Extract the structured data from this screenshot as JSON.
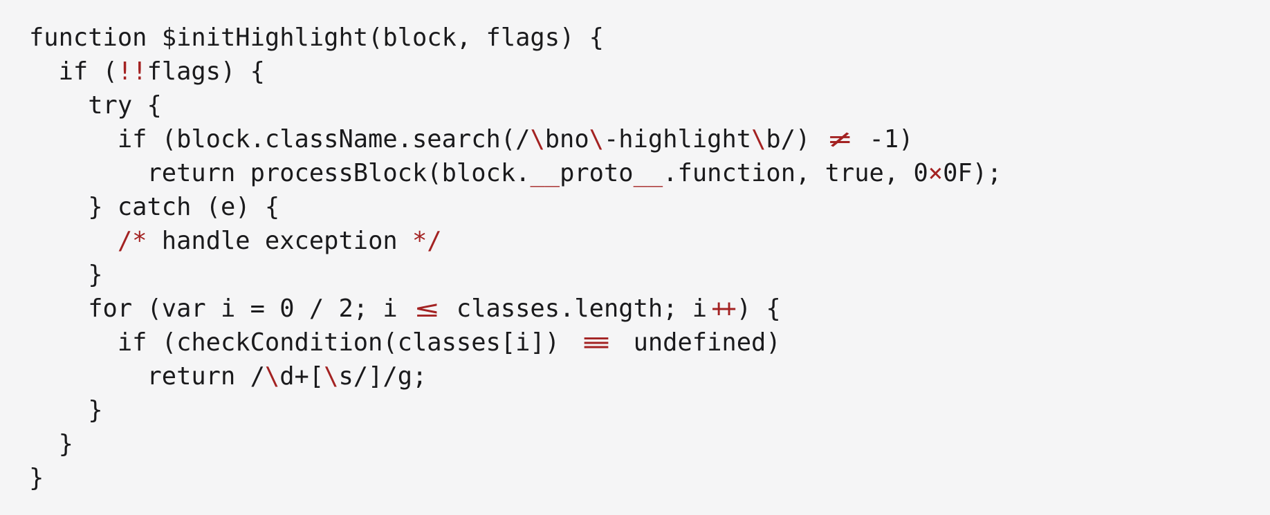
{
  "page": {
    "background_color": "#f5f5f6",
    "text_color": "#1a1a1c",
    "ligature_color": "#a32222",
    "description": "JavaScript code sample rendered in a monospace font with programming ligatures highlighted in dark red"
  },
  "code": {
    "language": "javascript",
    "lines": [
      {
        "segments": [
          {
            "t": "function $initHighlight(block, flags) {"
          }
        ]
      },
      {
        "segments": [
          {
            "t": "  if ("
          },
          {
            "t": "!!",
            "s": "lig2"
          },
          {
            "t": "flags) {"
          }
        ]
      },
      {
        "segments": [
          {
            "t": "    try {"
          }
        ]
      },
      {
        "segments": [
          {
            "t": "      if (block.className.search(/"
          },
          {
            "t": "\\",
            "s": "red"
          },
          {
            "t": "bno"
          },
          {
            "t": "\\",
            "s": "red"
          },
          {
            "t": "-highlight"
          },
          {
            "t": "\\",
            "s": "red"
          },
          {
            "t": "b/) "
          },
          {
            "t": "≠",
            "s": "lig2w"
          },
          {
            "t": " -1)"
          }
        ]
      },
      {
        "segments": [
          {
            "t": "        return processBlock(block."
          },
          {
            "t": "__",
            "s": "red"
          },
          {
            "t": "proto"
          },
          {
            "t": "__",
            "s": "red"
          },
          {
            "t": ".function, true, 0"
          },
          {
            "t": "×",
            "s": "red"
          },
          {
            "t": "0F);"
          }
        ]
      },
      {
        "segments": [
          {
            "t": "    } catch (e) {"
          }
        ]
      },
      {
        "segments": [
          {
            "t": "      "
          },
          {
            "t": "/*",
            "s": "red"
          },
          {
            "t": " handle exception "
          },
          {
            "t": "*/",
            "s": "red"
          }
        ]
      },
      {
        "segments": [
          {
            "t": "    }"
          }
        ]
      },
      {
        "segments": [
          {
            "t": "    for (var i = 0 / 2; i "
          },
          {
            "t": "≤",
            "s": "lig2w"
          },
          {
            "t": " classes.length; i"
          },
          {
            "t": "++",
            "s": "plus"
          },
          {
            "t": ") {"
          }
        ]
      },
      {
        "segments": [
          {
            "t": "      if (checkCondition(classes[i]) "
          },
          {
            "t": "≡",
            "s": "lig3w"
          },
          {
            "t": " undefined)"
          }
        ]
      },
      {
        "segments": [
          {
            "t": "        return /"
          },
          {
            "t": "\\",
            "s": "red"
          },
          {
            "t": "d+["
          },
          {
            "t": "\\",
            "s": "red"
          },
          {
            "t": "s/]/g;"
          }
        ]
      },
      {
        "segments": [
          {
            "t": "    }"
          }
        ]
      },
      {
        "segments": [
          {
            "t": "  }"
          }
        ]
      },
      {
        "segments": [
          {
            "t": "}"
          }
        ]
      }
    ]
  }
}
